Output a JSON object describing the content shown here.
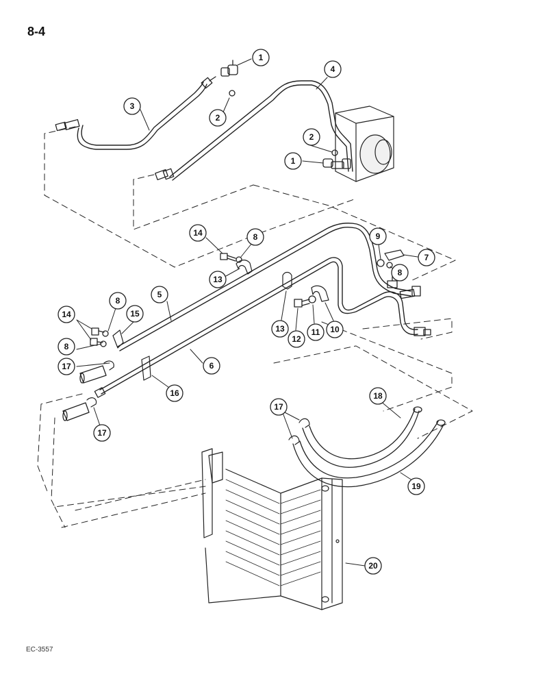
{
  "page": {
    "number": "8-4",
    "code": "EC-3557"
  },
  "callouts": [
    {
      "id": "c1a",
      "num": "1"
    },
    {
      "id": "c1b",
      "num": "1"
    },
    {
      "id": "c2a",
      "num": "2"
    },
    {
      "id": "c2b",
      "num": "2"
    },
    {
      "id": "c3",
      "num": "3"
    },
    {
      "id": "c4",
      "num": "4"
    },
    {
      "id": "c5",
      "num": "5"
    },
    {
      "id": "c6",
      "num": "6"
    },
    {
      "id": "c7",
      "num": "7"
    },
    {
      "id": "c8a",
      "num": "8"
    },
    {
      "id": "c8b",
      "num": "8"
    },
    {
      "id": "c8c",
      "num": "8"
    },
    {
      "id": "c8d",
      "num": "8"
    },
    {
      "id": "c9",
      "num": "9"
    },
    {
      "id": "c10",
      "num": "10"
    },
    {
      "id": "c11",
      "num": "11"
    },
    {
      "id": "c12",
      "num": "12"
    },
    {
      "id": "c13a",
      "num": "13"
    },
    {
      "id": "c13b",
      "num": "13"
    },
    {
      "id": "c14a",
      "num": "14"
    },
    {
      "id": "c14b",
      "num": "14"
    },
    {
      "id": "c15",
      "num": "15"
    },
    {
      "id": "c16",
      "num": "16"
    },
    {
      "id": "c17a",
      "num": "17"
    },
    {
      "id": "c17b",
      "num": "17"
    },
    {
      "id": "c17c",
      "num": "17"
    },
    {
      "id": "c18",
      "num": "18"
    },
    {
      "id": "c19",
      "num": "19"
    },
    {
      "id": "c20",
      "num": "20"
    }
  ]
}
